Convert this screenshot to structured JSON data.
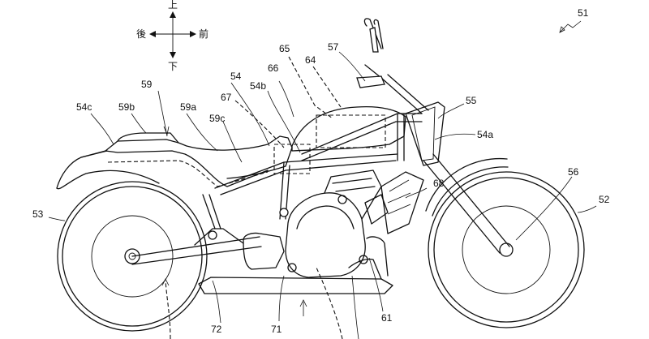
{
  "directions": {
    "up": "上",
    "down": "下",
    "rear": "後",
    "front": "前"
  },
  "refs": {
    "r51": "51",
    "r52": "52",
    "r53": "53",
    "r54": "54",
    "r54a": "54a",
    "r54b": "54b",
    "r54c": "54c",
    "r55": "55",
    "r56": "56",
    "r57": "57",
    "r59": "59",
    "r59a": "59a",
    "r59b": "59b",
    "r59c": "59c",
    "r61": "61",
    "r64": "64",
    "r65": "65",
    "r66": "66",
    "r67": "67",
    "r68": "68",
    "r71": "71",
    "r72": "72"
  }
}
